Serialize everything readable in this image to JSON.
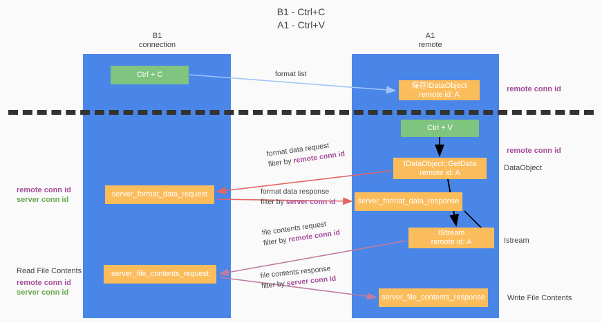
{
  "title": {
    "line1": "B1 - Ctrl+C",
    "line2": "A1 - Ctrl+V"
  },
  "lanes": [
    {
      "id": "b1",
      "name": "B1",
      "role": "connection",
      "color": "#4a86e8"
    },
    {
      "id": "a1",
      "name": "A1",
      "role": "remote",
      "color": "#4a86e8"
    }
  ],
  "nodes": {
    "ctrl_c": {
      "label": "Ctrl + C",
      "sub": "",
      "color": "#7fc47f"
    },
    "idataobject": {
      "label": "保存IDataObject",
      "sub": "remote id: A",
      "color": "#fbbc5c"
    },
    "ctrl_v": {
      "label": "Ctrl + V",
      "sub": "",
      "color": "#7fc47f"
    },
    "getdata": {
      "label": "IDataObject::GetData",
      "sub": "remote id: A",
      "color": "#fbbc5c"
    },
    "format_data_request": {
      "label": "server_format_data_request",
      "sub": "",
      "color": "#fbbc5c"
    },
    "format_data_response": {
      "label": "server_format_data_response",
      "sub": "",
      "color": "#fbbc5c"
    },
    "istream": {
      "label": "IStream",
      "sub": "remote id: A",
      "color": "#fbbc5c"
    },
    "file_contents_request": {
      "label": "server_file_contents_request",
      "sub": "",
      "color": "#fbbc5c"
    },
    "file_contents_response": {
      "label": "server_file_contents_response",
      "sub": "",
      "color": "#fbbc5c"
    }
  },
  "edges": [
    {
      "id": "format_list",
      "label": "format list",
      "filter_prefix": "",
      "filter_key": "",
      "color": "#9fc5f8"
    },
    {
      "id": "fmt_request",
      "label": "format data request",
      "filter_prefix": "filter by",
      "filter_key": "remote conn id",
      "color": "#e06666"
    },
    {
      "id": "fmt_response",
      "label": "format data response",
      "filter_prefix": "filter by",
      "filter_key": "server conn id",
      "color": "#e06666"
    },
    {
      "id": "file_request",
      "label": "file contents request",
      "filter_prefix": "filter by",
      "filter_key": "remote conn id",
      "color": "#c27ba0"
    },
    {
      "id": "file_response",
      "label": "file contents response",
      "filter_prefix": "filter by",
      "filter_key": "server conn id",
      "color": "#c27ba0"
    }
  ],
  "annotations": {
    "remote_conn_id_top": "remote conn id",
    "remote_conn_id_mid": "remote conn id",
    "dataobject": "DataObject",
    "istream": "Istream",
    "write_file_contents": "Write File Contents",
    "read_file_contents": "Read File Contents",
    "left_remote_conn_id_1": "remote conn id",
    "left_server_conn_id_1": "server conn id",
    "left_remote_conn_id_2": "remote conn id",
    "left_server_conn_id_2": "server conn id"
  },
  "colors": {
    "lane": "#4a86e8",
    "green_box": "#7fc47f",
    "orange_box": "#fbbc5c",
    "purple_text": "#a64d9a",
    "green_text": "#6aa84f",
    "red_arrow": "#e06666",
    "magenta_arrow": "#c27ba0",
    "blue_arrow": "#9fc5f8",
    "divider": "#333333",
    "background": "#fafafa"
  }
}
